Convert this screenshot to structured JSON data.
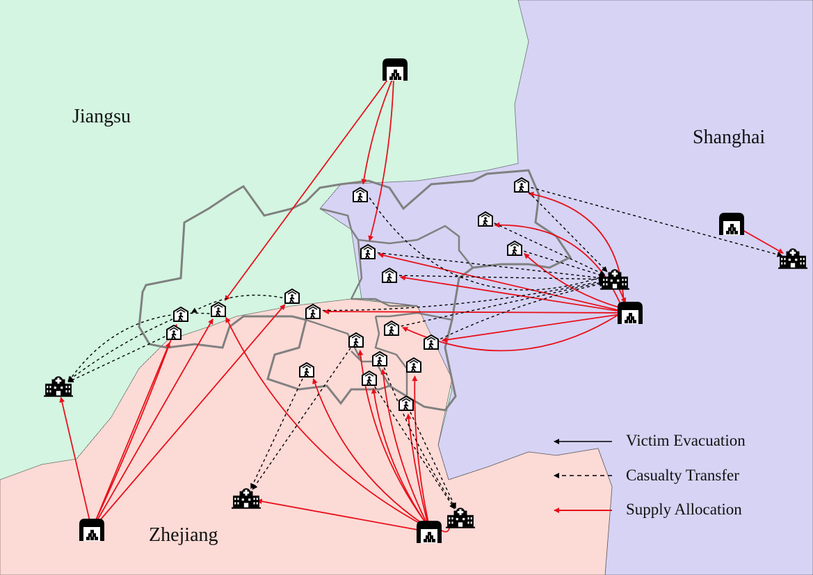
{
  "regions": {
    "jiangsu": "Jiangsu",
    "shanghai": "Shanghai",
    "zhejiang": "Zhejiang"
  },
  "legend": {
    "victim_evacuation": "Victim Evacuation",
    "casualty_transfer": "Casualty Transfer",
    "supply_allocation": "Supply Allocation"
  },
  "colors": {
    "jiangsu": "#d3f5e1",
    "shanghai": "#d6d3f4",
    "zhejiang": "#fcdad6",
    "study_area_border": "#808080",
    "supply": "#e8101a",
    "transfer": "#000000"
  },
  "icons": {
    "warehouse": "warehouse-icon",
    "hospital": "hospital-icon",
    "shelter": "shelter-icon"
  }
}
